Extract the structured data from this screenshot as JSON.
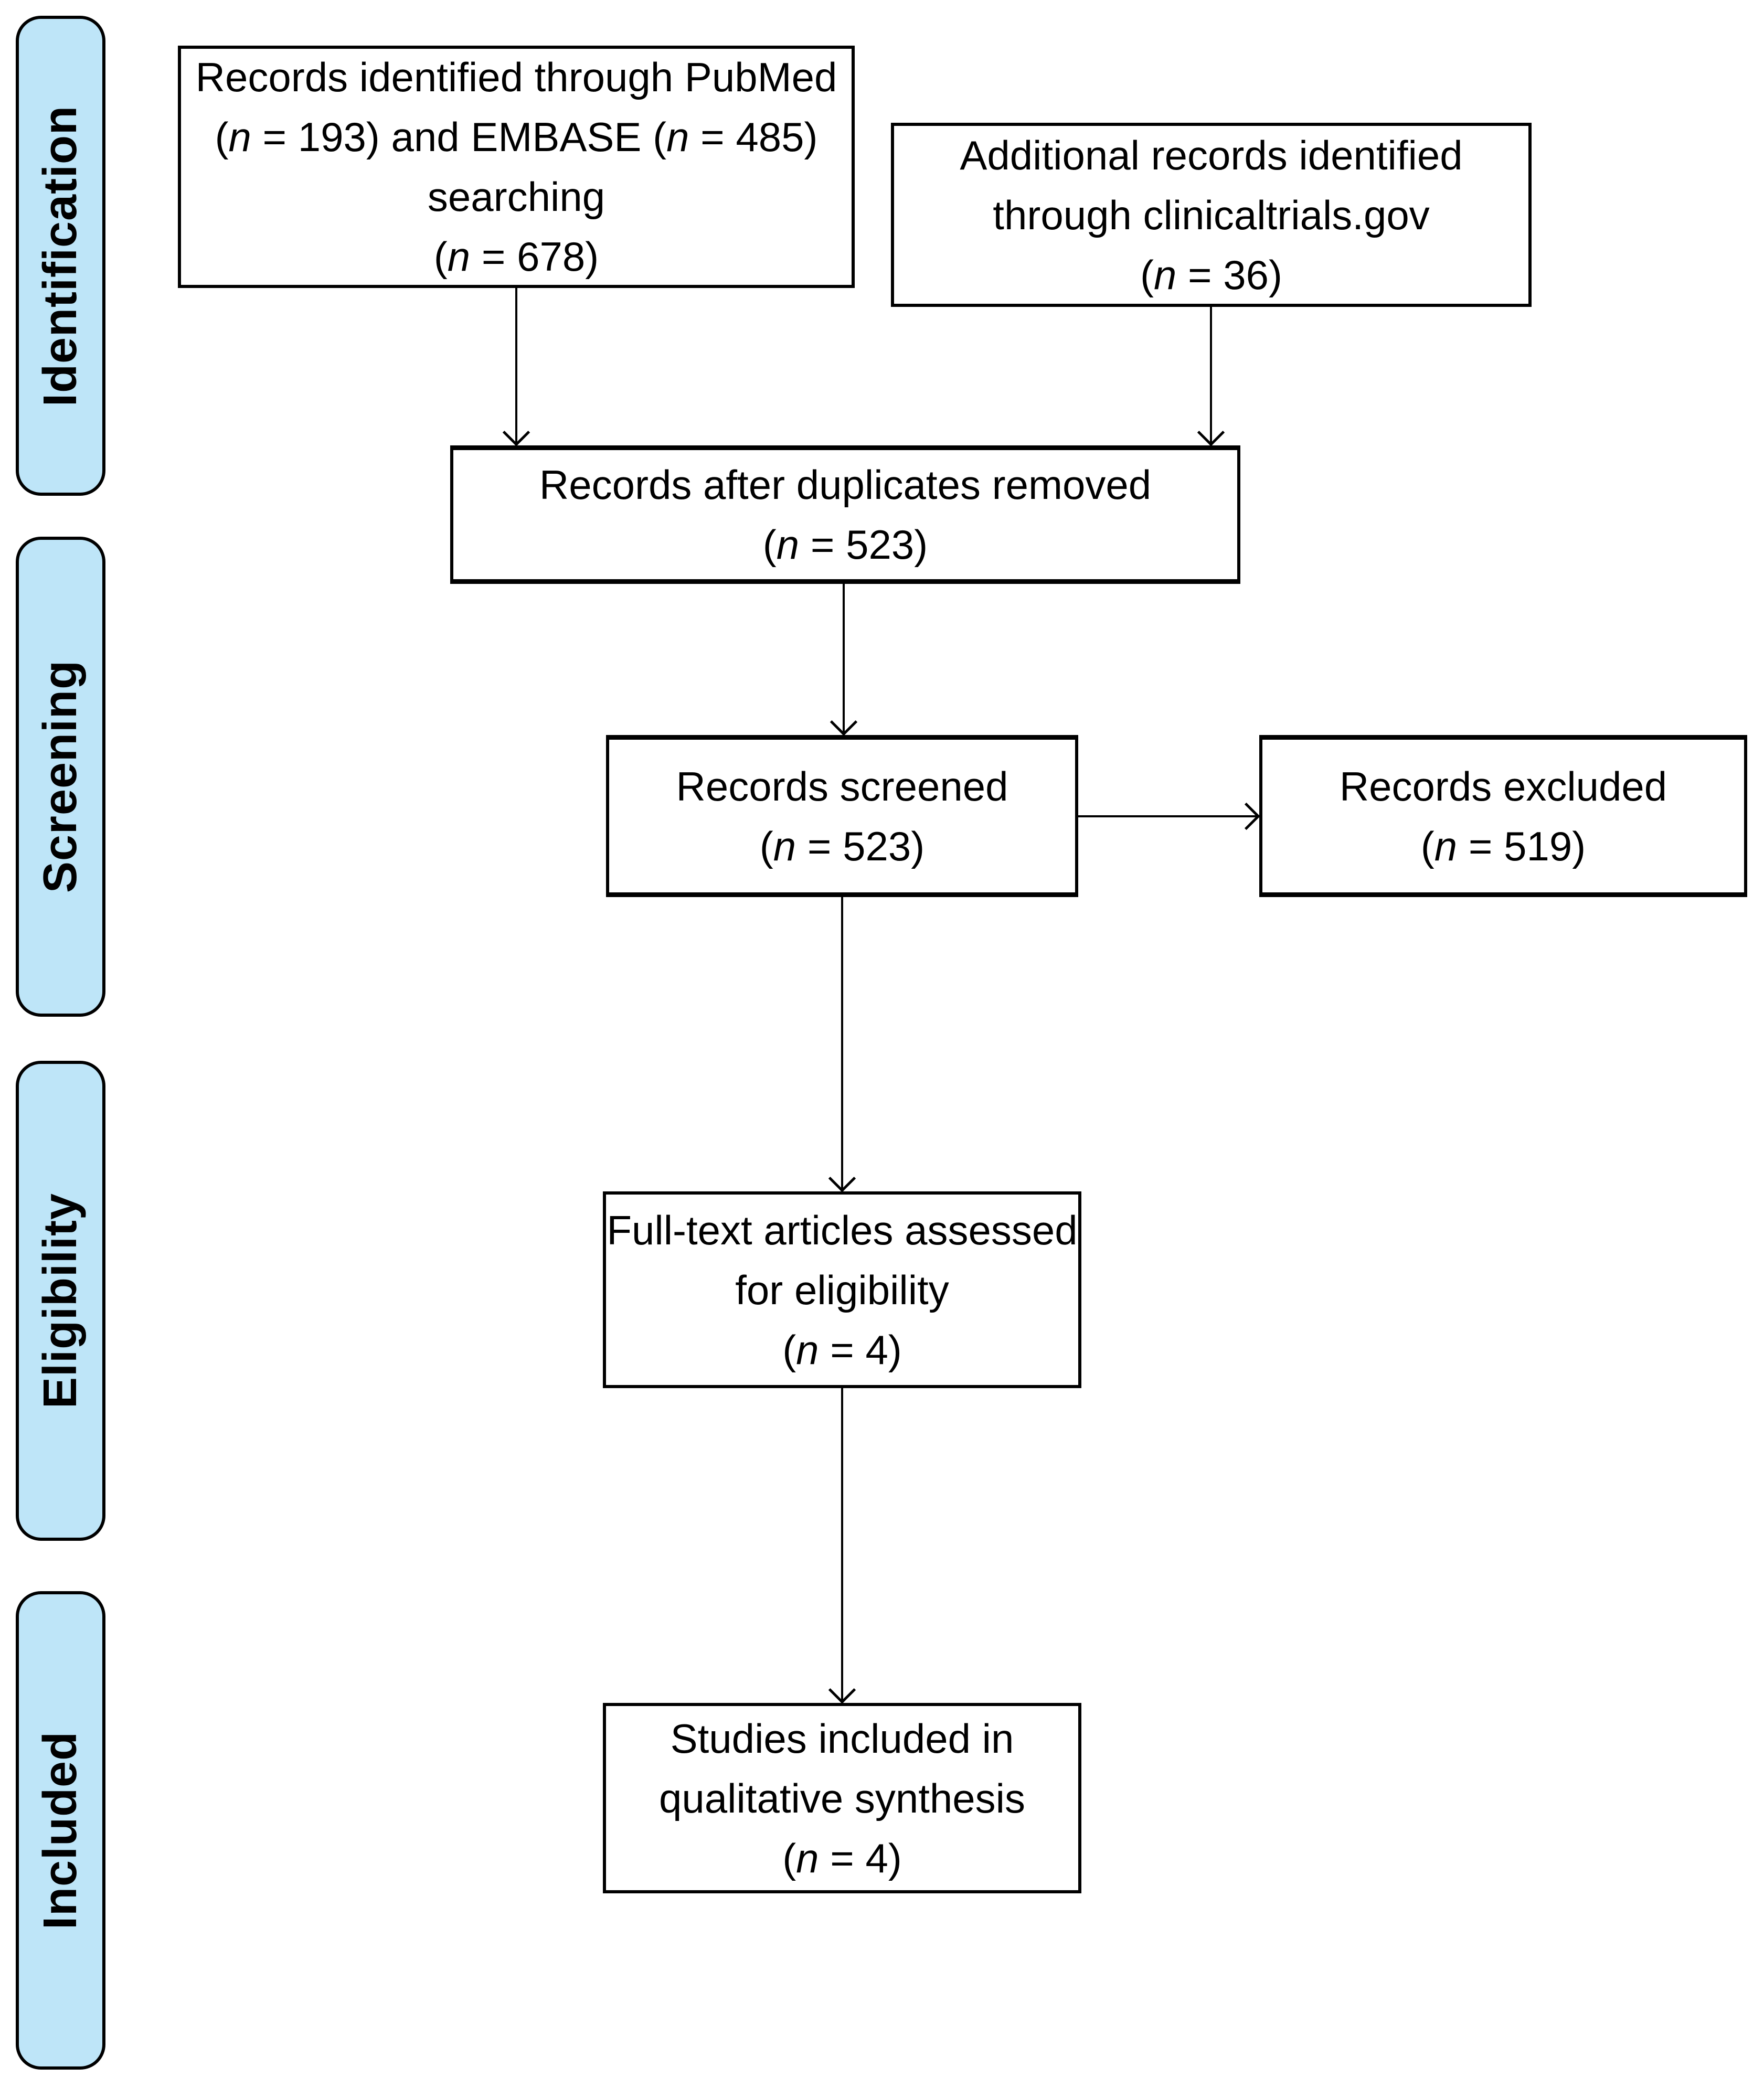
{
  "colors": {
    "stage_fill": "#BEE5F8",
    "box_fill": "#FFFFFF",
    "border": "#000000"
  },
  "stages": [
    {
      "label": "Identification"
    },
    {
      "label": "Screening"
    },
    {
      "label": "Eligibility"
    },
    {
      "label": "Included"
    }
  ],
  "boxes": {
    "identified": {
      "lines": [
        "Records identified through PubMed",
        "(n = 193) and EMBASE (n = 485)",
        "searching",
        "(n = 678)"
      ]
    },
    "clinicaltrials": {
      "lines": [
        "Additional records identified",
        "through clinicaltrials.gov",
        "(n = 36)"
      ]
    },
    "duplicates": {
      "lines": [
        "Records after duplicates removed",
        "(n = 523)"
      ]
    },
    "screened": {
      "lines": [
        "Records screened",
        "(n = 523)"
      ]
    },
    "excluded": {
      "lines": [
        "Records excluded",
        "(n = 519)"
      ]
    },
    "fulltext": {
      "lines": [
        "Full-text articles assessed",
        "for eligibility",
        "(n = 4)"
      ]
    },
    "included_studies": {
      "lines": [
        "Studies included in",
        "qualitative synthesis",
        "(n = 4)"
      ]
    }
  },
  "arrows": [
    {
      "from": "identified",
      "to": "duplicates"
    },
    {
      "from": "clinicaltrials",
      "to": "duplicates"
    },
    {
      "from": "duplicates",
      "to": "screened"
    },
    {
      "from": "screened",
      "to": "excluded"
    },
    {
      "from": "screened",
      "to": "fulltext"
    },
    {
      "from": "fulltext",
      "to": "included_studies"
    }
  ]
}
